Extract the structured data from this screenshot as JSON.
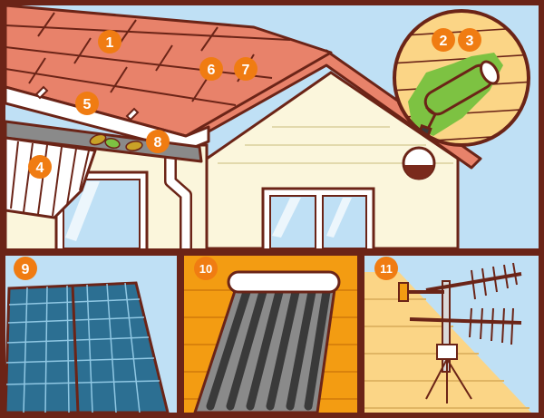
{
  "labels": {
    "roof": "1",
    "paint_a": "2",
    "paint_b": "3",
    "veranda_roof": "4",
    "fascia": "5",
    "roof_a": "6",
    "roof_b": "7",
    "gutter": "8",
    "solar_panel": "9",
    "solar_water_heater": "10",
    "antenna": "11"
  },
  "colors": {
    "outline": "#6b2417",
    "sky": "#bfe0f5",
    "roof": "#e8826a",
    "wall": "#fbf6dc",
    "trim": "#ffffff",
    "badge": "#f07c12",
    "accent_green": "#7dc242",
    "rooftop_tile": "#fbd586",
    "solar_panel": "#2c6f92",
    "heater_frame": "#f39c12",
    "heater_tube": "#3a3a3a"
  }
}
